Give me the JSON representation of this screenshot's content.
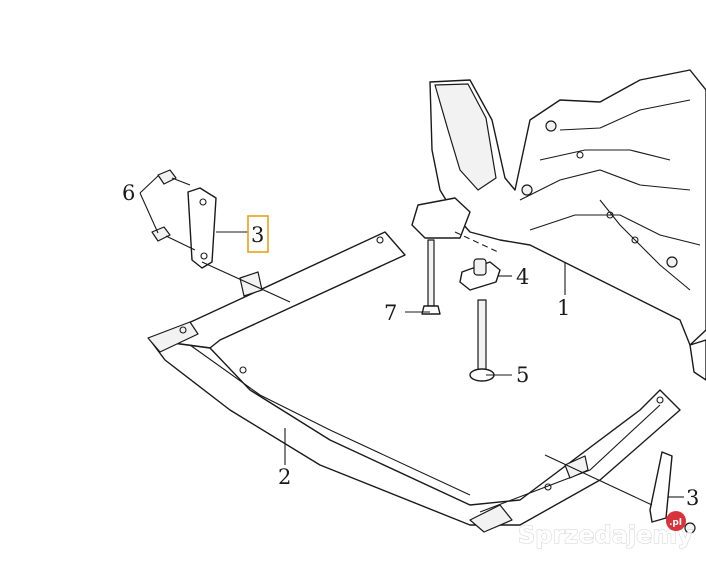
{
  "labels": {
    "part1": "1",
    "part2": "2",
    "part3_upper": "3",
    "part3_lower": "3",
    "part4": "4",
    "part5": "5",
    "part6": "6",
    "part7": "7"
  },
  "highlight_color": "#e8a21c",
  "watermark": {
    "text": "Sprzedajemy",
    "badge": ".pl"
  }
}
